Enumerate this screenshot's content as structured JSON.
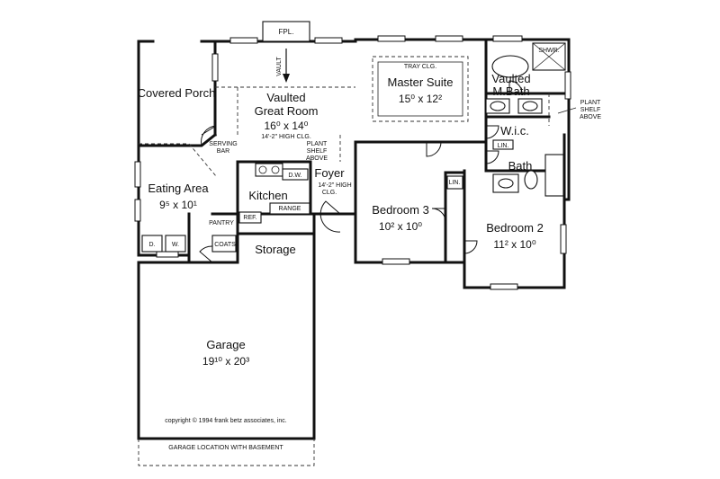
{
  "rooms": {
    "covered_porch": {
      "name": "Covered Porch"
    },
    "great_room": {
      "name_line1": "Vaulted",
      "name_line2": "Great Room",
      "dims": "16⁰ x 14⁰",
      "ceiling": "14'-2\" HIGH CLG."
    },
    "master_suite": {
      "name": "Master Suite",
      "dims": "15⁰ x 12²",
      "ceiling": "TRAY CLG."
    },
    "master_bath": {
      "name_line1": "Vaulted",
      "name_line2": "M.Bath"
    },
    "wic": {
      "name": "W.i.c."
    },
    "bath": {
      "name": "Bath"
    },
    "eating_area": {
      "name": "Eating Area",
      "dims": "9⁵ x 10¹"
    },
    "kitchen": {
      "name": "Kitchen"
    },
    "foyer": {
      "name": "Foyer",
      "ceiling_line1": "14'-2\" HIGH",
      "ceiling_line2": "CLG."
    },
    "bedroom3": {
      "name": "Bedroom 3",
      "dims": "10² x 10⁰"
    },
    "bedroom2": {
      "name": "Bedroom 2",
      "dims": "11² x 10⁰"
    },
    "storage": {
      "name": "Storage"
    },
    "garage": {
      "name": "Garage",
      "dims": "19¹⁰ x 20³"
    }
  },
  "labels": {
    "fireplace": "FPL.",
    "vault": "VAULT",
    "shower": "SHWR.",
    "plant_shelf_right": [
      "PLANT",
      "SHELF",
      "ABOVE"
    ],
    "plant_shelf_kitchen": [
      "PLANT",
      "SHELF",
      "ABOVE"
    ],
    "serving_bar": [
      "SERVING",
      "BAR"
    ],
    "dw": "D.W.",
    "range": "RANGE",
    "ref": "REF.",
    "pantry": "PANTRY",
    "coats": "COATS",
    "dryer": "D.",
    "washer": "W.",
    "linen_bath": "LIN.",
    "linen_hall": "LIN."
  },
  "footer": {
    "copyright": "copyright © 1994 frank betz associates, inc.",
    "garage_note": "GARAGE LOCATION WITH BASEMENT"
  }
}
